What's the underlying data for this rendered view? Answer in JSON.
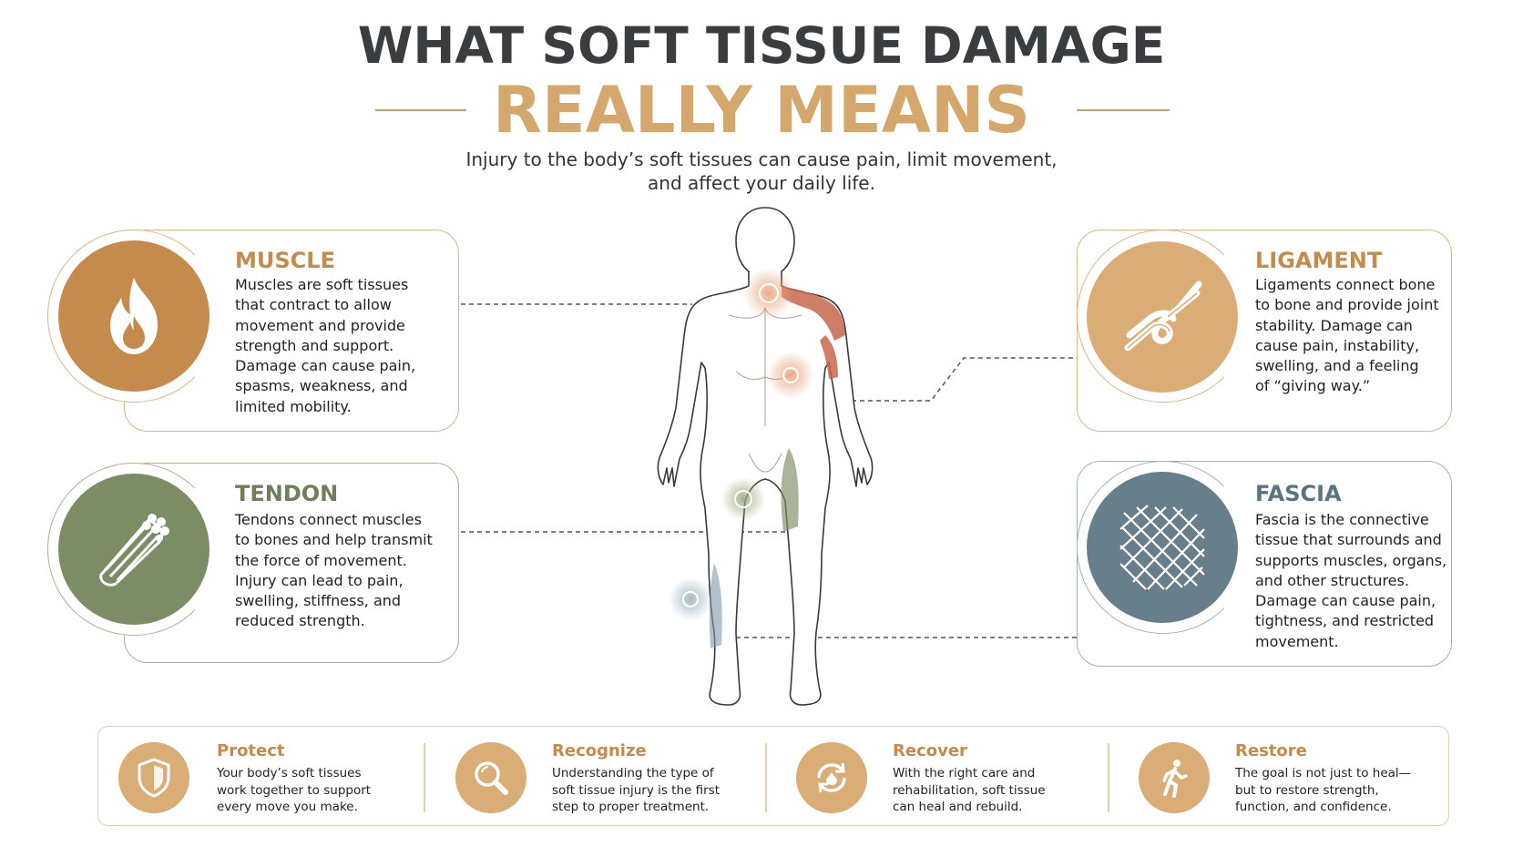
{
  "header": {
    "title_line1": "WHAT SOFT TISSUE DAMAGE",
    "title_line2": "REALLY MEANS",
    "subtitle_line1": "Injury to the body’s soft tissues can cause pain, limit movement,",
    "subtitle_line2": "and affect your daily life."
  },
  "cards": {
    "muscle": {
      "title": "MUSCLE",
      "color": "#c48b4c",
      "icon": "flame-icon",
      "lines": [
        "Muscles are soft tissues",
        "that contract to allow",
        "movement and provide",
        "strength and support.",
        "Damage can cause pain,",
        "spasms, weakness, and",
        "limited mobility."
      ]
    },
    "tendon": {
      "title": "TENDON",
      "color": "#6f7f57",
      "icon": "tendon-fiber-icon",
      "lines": [
        "Tendons connect muscles",
        "to bones and help transmit",
        "the force of movement.",
        "Injury can lead to pain,",
        "swelling, stiffness, and",
        "reduced strength."
      ]
    },
    "ligament": {
      "title": "LIGAMENT",
      "color": "#c48b4c",
      "icon": "knot-rope-icon",
      "lines": [
        "Ligaments connect bone",
        "to bone and provide joint",
        "stability. Damage can",
        "cause pain, instability,",
        "swelling, and a feeling",
        "of “giving way.”"
      ]
    },
    "fascia": {
      "title": "FASCIA",
      "color": "#5b7580",
      "icon": "mesh-net-icon",
      "lines": [
        "Fascia is the connective",
        "tissue that surrounds and",
        "supports muscles, organs,",
        "and other structures.",
        "Damage can cause pain,",
        "tightness, and restricted",
        "movement."
      ]
    }
  },
  "bottom": [
    {
      "title": "Protect",
      "icon": "shield-icon",
      "lines": [
        "Your body’s soft tissues",
        "work together to support",
        "every move you make."
      ]
    },
    {
      "title": "Recognize",
      "icon": "magnifier-icon",
      "lines": [
        "Understanding the type of",
        "soft tissue injury is the first",
        "step to proper treatment."
      ]
    },
    {
      "title": "Recover",
      "icon": "recover-cycle-icon",
      "lines": [
        "With the right care and",
        "rehabilitation, soft tissue",
        "can heal and rebuild."
      ]
    },
    {
      "title": "Restore",
      "icon": "walking-person-icon",
      "lines": [
        "The goal is not just to heal—",
        "but to restore strength,",
        "function, and confidence."
      ]
    }
  ],
  "colors": {
    "title_dark": "#3a3d40",
    "accent_gold": "#d4a86c",
    "icon_gold": "#d9ad75",
    "tendon_green": "#7c8c64",
    "fascia_blue": "#667f8b",
    "muscle_red": "#b5503a"
  }
}
